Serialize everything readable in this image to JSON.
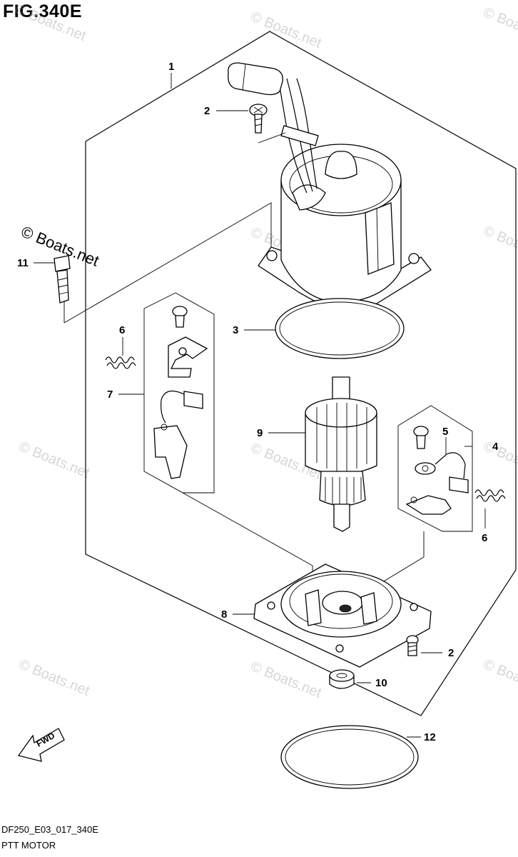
{
  "figure": {
    "title": "FIG.340E",
    "code": "DF250_E03_017_340E",
    "name": "PTT MOTOR"
  },
  "direction_marker": {
    "label": "FWD",
    "icon": "fwd-arrow-icon"
  },
  "watermark": {
    "text": "© Boats.net"
  },
  "callouts": [
    {
      "id": "1",
      "label": "1"
    },
    {
      "id": "2a",
      "label": "2"
    },
    {
      "id": "3",
      "label": "3"
    },
    {
      "id": "4",
      "label": "4"
    },
    {
      "id": "5",
      "label": "5"
    },
    {
      "id": "6a",
      "label": "6"
    },
    {
      "id": "6b",
      "label": "6"
    },
    {
      "id": "7",
      "label": "7"
    },
    {
      "id": "8",
      "label": "8"
    },
    {
      "id": "9",
      "label": "9"
    },
    {
      "id": "2b",
      "label": "2"
    },
    {
      "id": "10",
      "label": "10"
    },
    {
      "id": "11",
      "label": "11"
    },
    {
      "id": "12",
      "label": "12"
    }
  ]
}
